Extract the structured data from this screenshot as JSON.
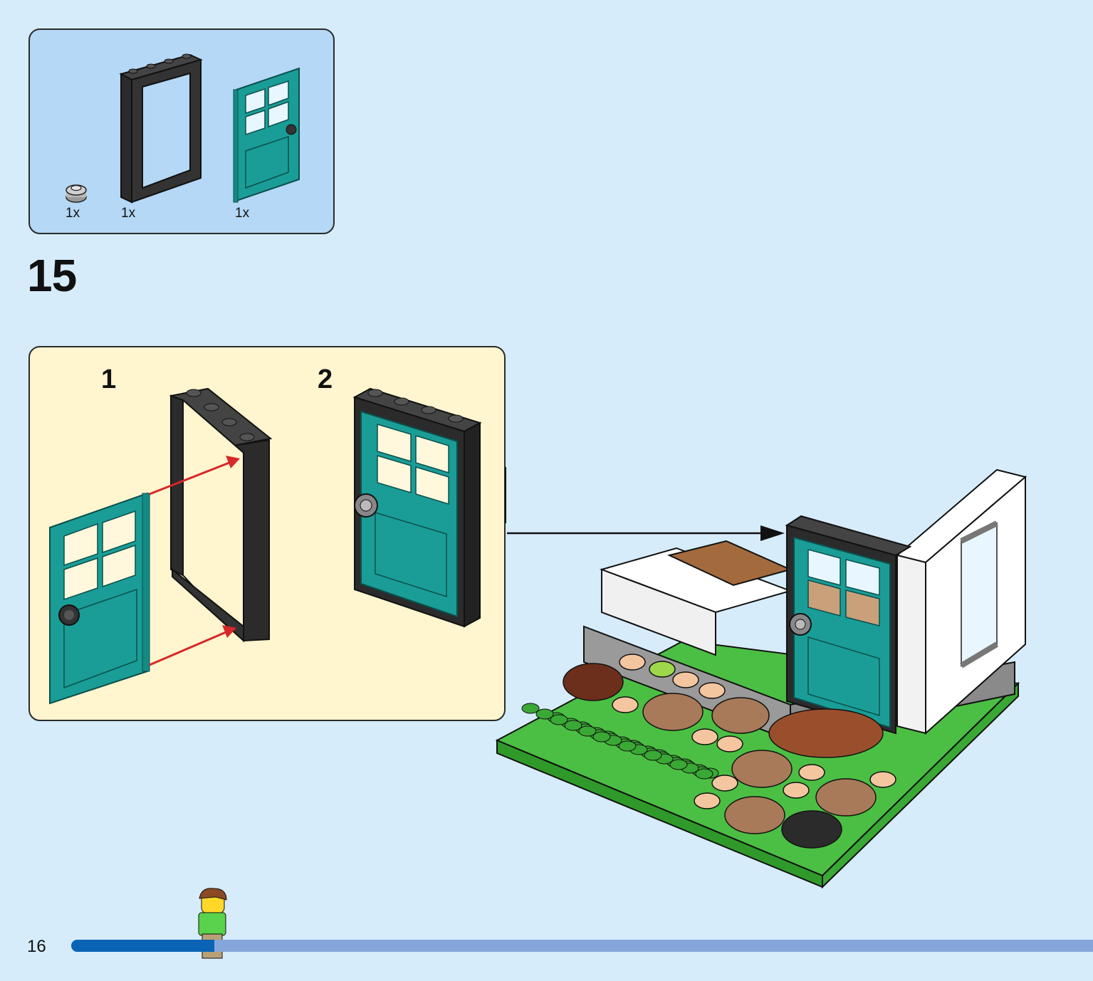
{
  "page": {
    "number": "16",
    "background": "#d6ecfb"
  },
  "parts_list": {
    "items": [
      {
        "name": "round-plate-1x1-grey",
        "quantity": "1x"
      },
      {
        "name": "door-frame-black",
        "quantity": "1x"
      },
      {
        "name": "door-teal-with-window",
        "quantity": "1x"
      }
    ]
  },
  "step": {
    "number": "15"
  },
  "sub_steps": [
    {
      "label": "1"
    },
    {
      "label": "2"
    }
  ],
  "progress": {
    "fraction": 0.14,
    "track_color": "#85a6da",
    "fill_color": "#0a63b4"
  },
  "colors": {
    "door": "#1a9d96",
    "frame": "#2b2b2b",
    "grass": "#4bbf43",
    "arrow": "#d62828"
  }
}
